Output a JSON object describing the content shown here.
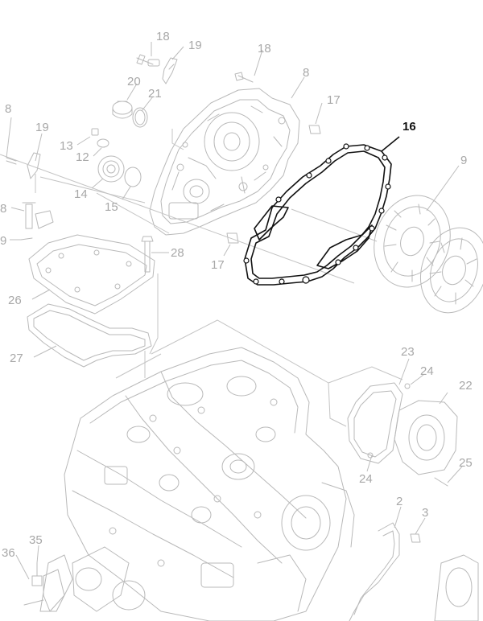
{
  "part_labels": {
    "l18a": "18",
    "l19a": "19",
    "l18b": "18",
    "l8a": "8",
    "l20": "20",
    "l21": "21",
    "l17a": "17",
    "l16": "16",
    "l8b": "8",
    "l19b": "19",
    "l13": "13",
    "l12": "12",
    "l9": "9",
    "l14": "14",
    "l15": "15",
    "l8c": "8",
    "l9b": "9",
    "l28": "28",
    "l17b": "17",
    "l26": "26",
    "l27": "27",
    "l23": "23",
    "l24a": "24",
    "l22": "22",
    "l24b": "24",
    "l25": "25",
    "l2": "2",
    "l3": "3",
    "l35": "35",
    "l36": "36"
  },
  "highlighted_part": "16"
}
